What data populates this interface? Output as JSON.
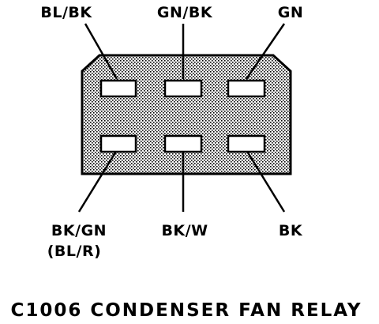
{
  "colors": {
    "ink": "#000000",
    "paper": "#ffffff",
    "housing_fill": "#d9d9d9"
  },
  "connector": {
    "title": "C1006 CONDENSER FAN RELAY",
    "top_labels": [
      "BL/BK",
      "GN/BK",
      "GN"
    ],
    "bottom_labels": [
      "BK/GN",
      "BK/W",
      "BK"
    ],
    "bottom_sublabels": [
      "(BL/R)",
      "",
      ""
    ]
  }
}
